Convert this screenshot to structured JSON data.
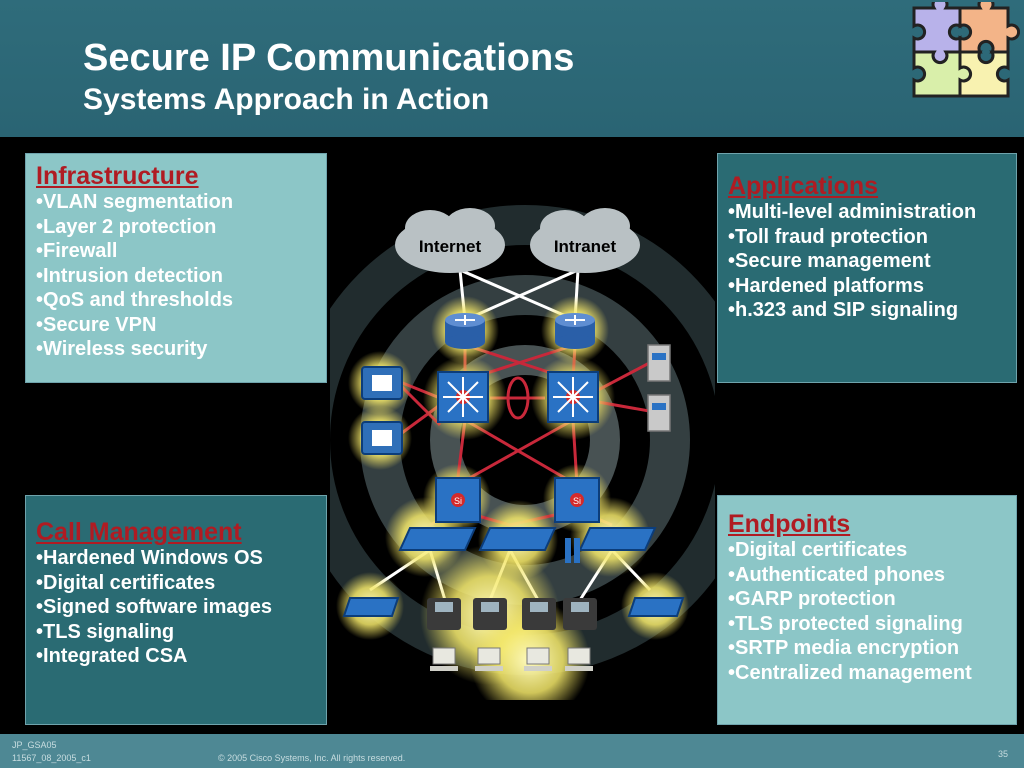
{
  "header": {
    "title": "Secure IP Communications",
    "subtitle": "Systems Approach in Action"
  },
  "network": {
    "cloud_internet": "Internet",
    "cloud_intranet": "Intranet",
    "switch_label": "Si"
  },
  "panels": {
    "infrastructure": {
      "title": "Infrastructure",
      "items": [
        "VLAN segmentation",
        "Layer 2 protection",
        "Firewall",
        "Intrusion detection",
        "QoS and thresholds",
        "Secure VPN",
        "Wireless security"
      ]
    },
    "applications": {
      "title": "Applications",
      "items": [
        "Multi-level administration",
        "Toll fraud protection",
        "Secure management",
        "Hardened platforms",
        "h.323 and SIP signaling"
      ]
    },
    "call_management": {
      "title": "Call Management",
      "items": [
        "Hardened Windows OS",
        "Digital certificates",
        "Signed software images",
        "TLS signaling",
        "Integrated CSA"
      ]
    },
    "endpoints": {
      "title": "Endpoints",
      "items": [
        "Digital certificates",
        "Authenticated phones",
        "GARP protection",
        "TLS protected signaling",
        "SRTP media encryption",
        "Centralized management"
      ]
    }
  },
  "footer": {
    "code1": "JP_GSA05",
    "code2": "11567_08_2005_c1",
    "copyright": "© 2005 Cisco Systems, Inc. All rights reserved.",
    "page_number": "35"
  },
  "colors": {
    "header_bg": "#2f6c7b",
    "panel_light": "#8cc6c7",
    "panel_dark": "#2a6b73",
    "panel_title": "#b01b22",
    "footer_bg": "#4e8894"
  }
}
